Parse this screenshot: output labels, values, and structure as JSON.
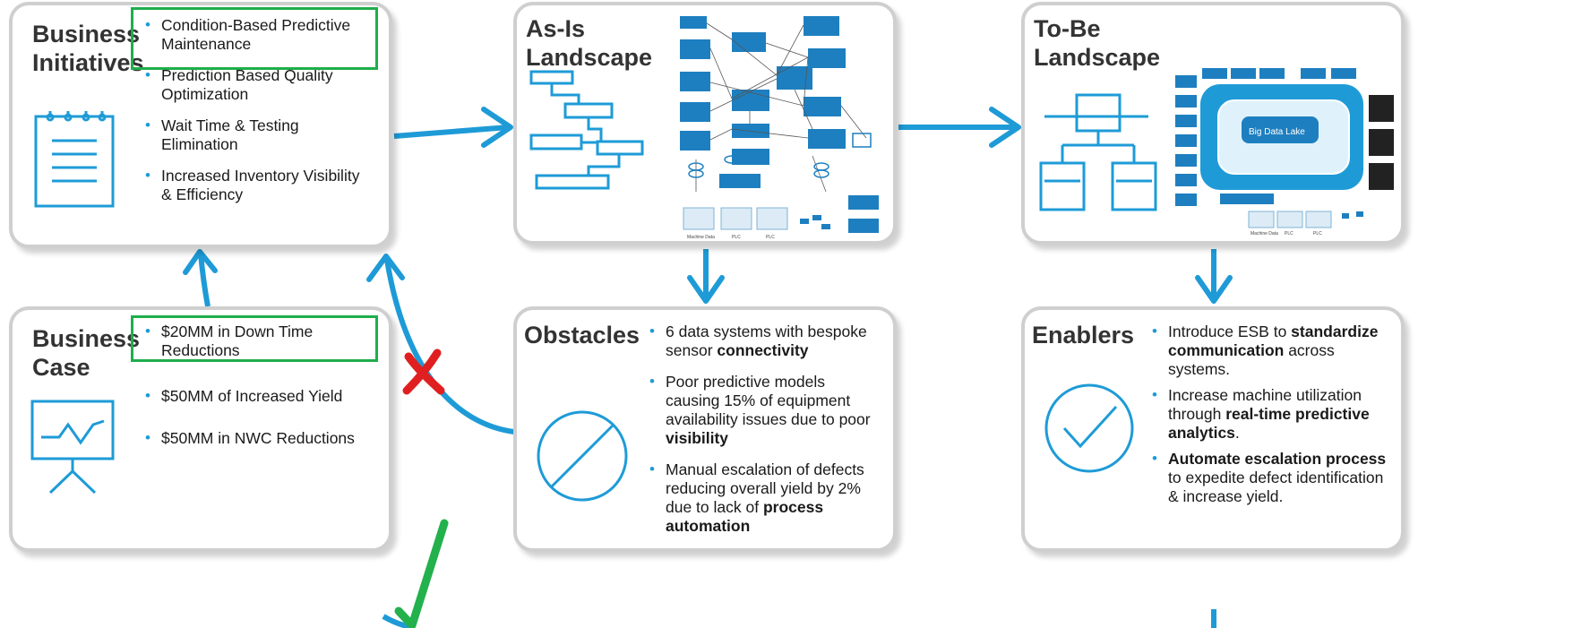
{
  "colors": {
    "accent": "#1e9bd7",
    "highlight": "#1fae4b",
    "cross": "#e02020",
    "check": "#22b14c",
    "card_border": "#cfcfcf"
  },
  "initiatives": {
    "title_line1": "Business",
    "title_line2": "Initiatives",
    "icon": "notepad-icon",
    "items": [
      "Condition-Based Predictive Maintenance",
      "Prediction Based Quality Optimization",
      "Wait Time & Testing Elimination",
      "Increased Inventory Visibility & Efficiency"
    ]
  },
  "case": {
    "title_line1": "Business",
    "title_line2": "Case",
    "icon": "presentation-chart-icon",
    "items": [
      "$20MM in Down Time Reductions",
      "$50MM of Increased Yield",
      "$50MM in NWC Reductions"
    ]
  },
  "asis": {
    "title_line1": "As-Is",
    "title_line2": "Landscape",
    "icon": "flowchart-icon",
    "diagram_labels": [
      "Machine Data",
      "PLC",
      "PLC"
    ]
  },
  "tobe": {
    "title_line1": "To-Be",
    "title_line2": "Landscape",
    "icon": "org-chart-icon",
    "diagram_labels": [
      "Big Data Lake",
      "Machine Data",
      "PLC",
      "PLC"
    ]
  },
  "obstacles": {
    "title": "Obstacles",
    "icon": "prohibited-icon",
    "items": [
      {
        "pre": "6 data systems with bespoke sensor ",
        "bold": "connectivity",
        "post": ""
      },
      {
        "pre": "Poor predictive models causing 15% of equipment availability issues due to poor ",
        "bold": "visibility",
        "post": ""
      },
      {
        "pre": "Manual escalation of defects reducing overall yield by 2% due to lack of ",
        "bold": "process automation",
        "post": ""
      }
    ]
  },
  "enablers": {
    "title": "Enablers",
    "icon": "checkmark-circle-icon",
    "items": [
      {
        "pre": "Introduce ESB to ",
        "bold": "standardize communication",
        "post": " across systems."
      },
      {
        "pre": "Increase machine utilization through ",
        "bold": "real-time predictive analytics",
        "post": "."
      },
      {
        "pre": "",
        "bold": "Automate escalation process",
        "post": " to expedite defect identification & increase yield."
      }
    ]
  }
}
